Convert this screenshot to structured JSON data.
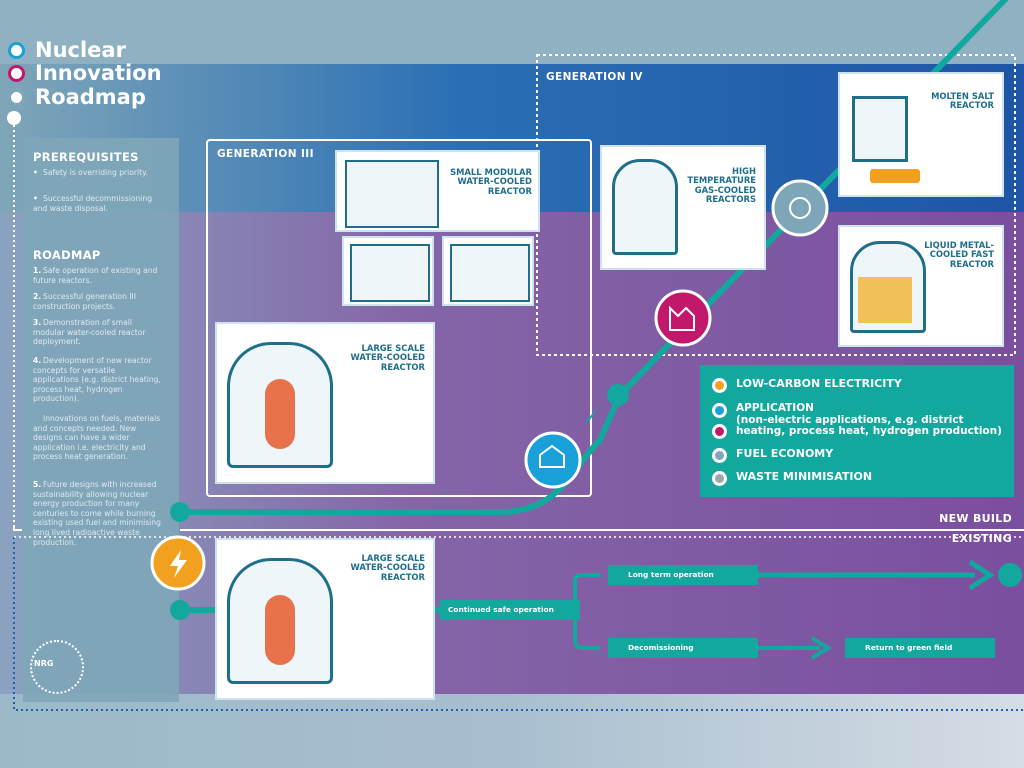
{
  "title": {
    "line1": "Nuclear",
    "line2": "Innovation",
    "line3": "Roadmap",
    "dot_colors": [
      "#1aa0d8",
      "#c2186b",
      "#7fa6b8"
    ]
  },
  "sidebar": {
    "prerequisites_heading": "PREREQUISITES",
    "prerequisites": [
      "Safety is overriding priority.",
      "Successful decommissioning and waste disposal."
    ],
    "roadmap_heading": "ROADMAP",
    "roadmap": [
      {
        "num": "1.",
        "text": "Safe operation of existing and future reactors."
      },
      {
        "num": "2.",
        "text": "Successful generation III construction projects."
      },
      {
        "num": "3.",
        "text": "Demonstration of small modular water-cooled reactor deployment."
      },
      {
        "num": "4.",
        "text": "Development of new reactor concepts for versatile applications (e.g. district heating, process heat, hydrogen production)."
      },
      {
        "num": "",
        "text": "Innovations on fuels, materials and concepts needed. New designs can have a wider application i.e. electricity and process heat generation."
      },
      {
        "num": "5.",
        "text": "Future designs with increased sustainability allowing nuclear energy production for many centuries to come while burning existing used fuel and minimising long lived radioactive waste production."
      }
    ],
    "logo_text": "NRG"
  },
  "generations": {
    "gen3_label": "GENERATION III",
    "gen4_label": "GENERATION IV"
  },
  "reactors": {
    "smr": "SMALL MODULAR\nWATER-COOLED\nREACTOR",
    "large_new": "LARGE SCALE\nWATER-COOLED\nREACTOR",
    "htgr": "HIGH\nTEMPERATURE\nGAS-COOLED\nREACTORS",
    "msr": "MOLTEN SALT\nREACTOR",
    "lmfr": "LIQUID METAL-\nCOOLED FAST\nREACTOR",
    "large_existing": "LARGE SCALE\nWATER-COOLED\nREACTOR"
  },
  "legend": [
    {
      "label": "LOW-CARBON ELECTRICITY",
      "color": "#f2a11f"
    },
    {
      "label": "APPLICATION\n(non-electric applications, e.g. district\nheating, process heat, hydrogen production)",
      "color": "#1aa0d8"
    },
    {
      "label": "",
      "color": "#c2186b"
    },
    {
      "label": "FUEL ECONOMY",
      "color": "#7fa6b8"
    },
    {
      "label": "WASTE MINIMISATION",
      "color": "#9aa8ad"
    }
  ],
  "sections": {
    "new_build": "NEW BUILD",
    "existing": "EXISTING"
  },
  "pathway": {
    "continued": "Continued safe operation",
    "long_term": "Long term operation",
    "decommissioning": "Decomissioning",
    "green_field": "Return to green field"
  },
  "colors": {
    "teal": "#13a89e",
    "blue": "#1e62ad",
    "purple": "#7a4f9e",
    "sidebar": "#7fa6b8",
    "orange": "#f2a11f",
    "magenta": "#c2186b",
    "cyan": "#1aa0d8"
  }
}
